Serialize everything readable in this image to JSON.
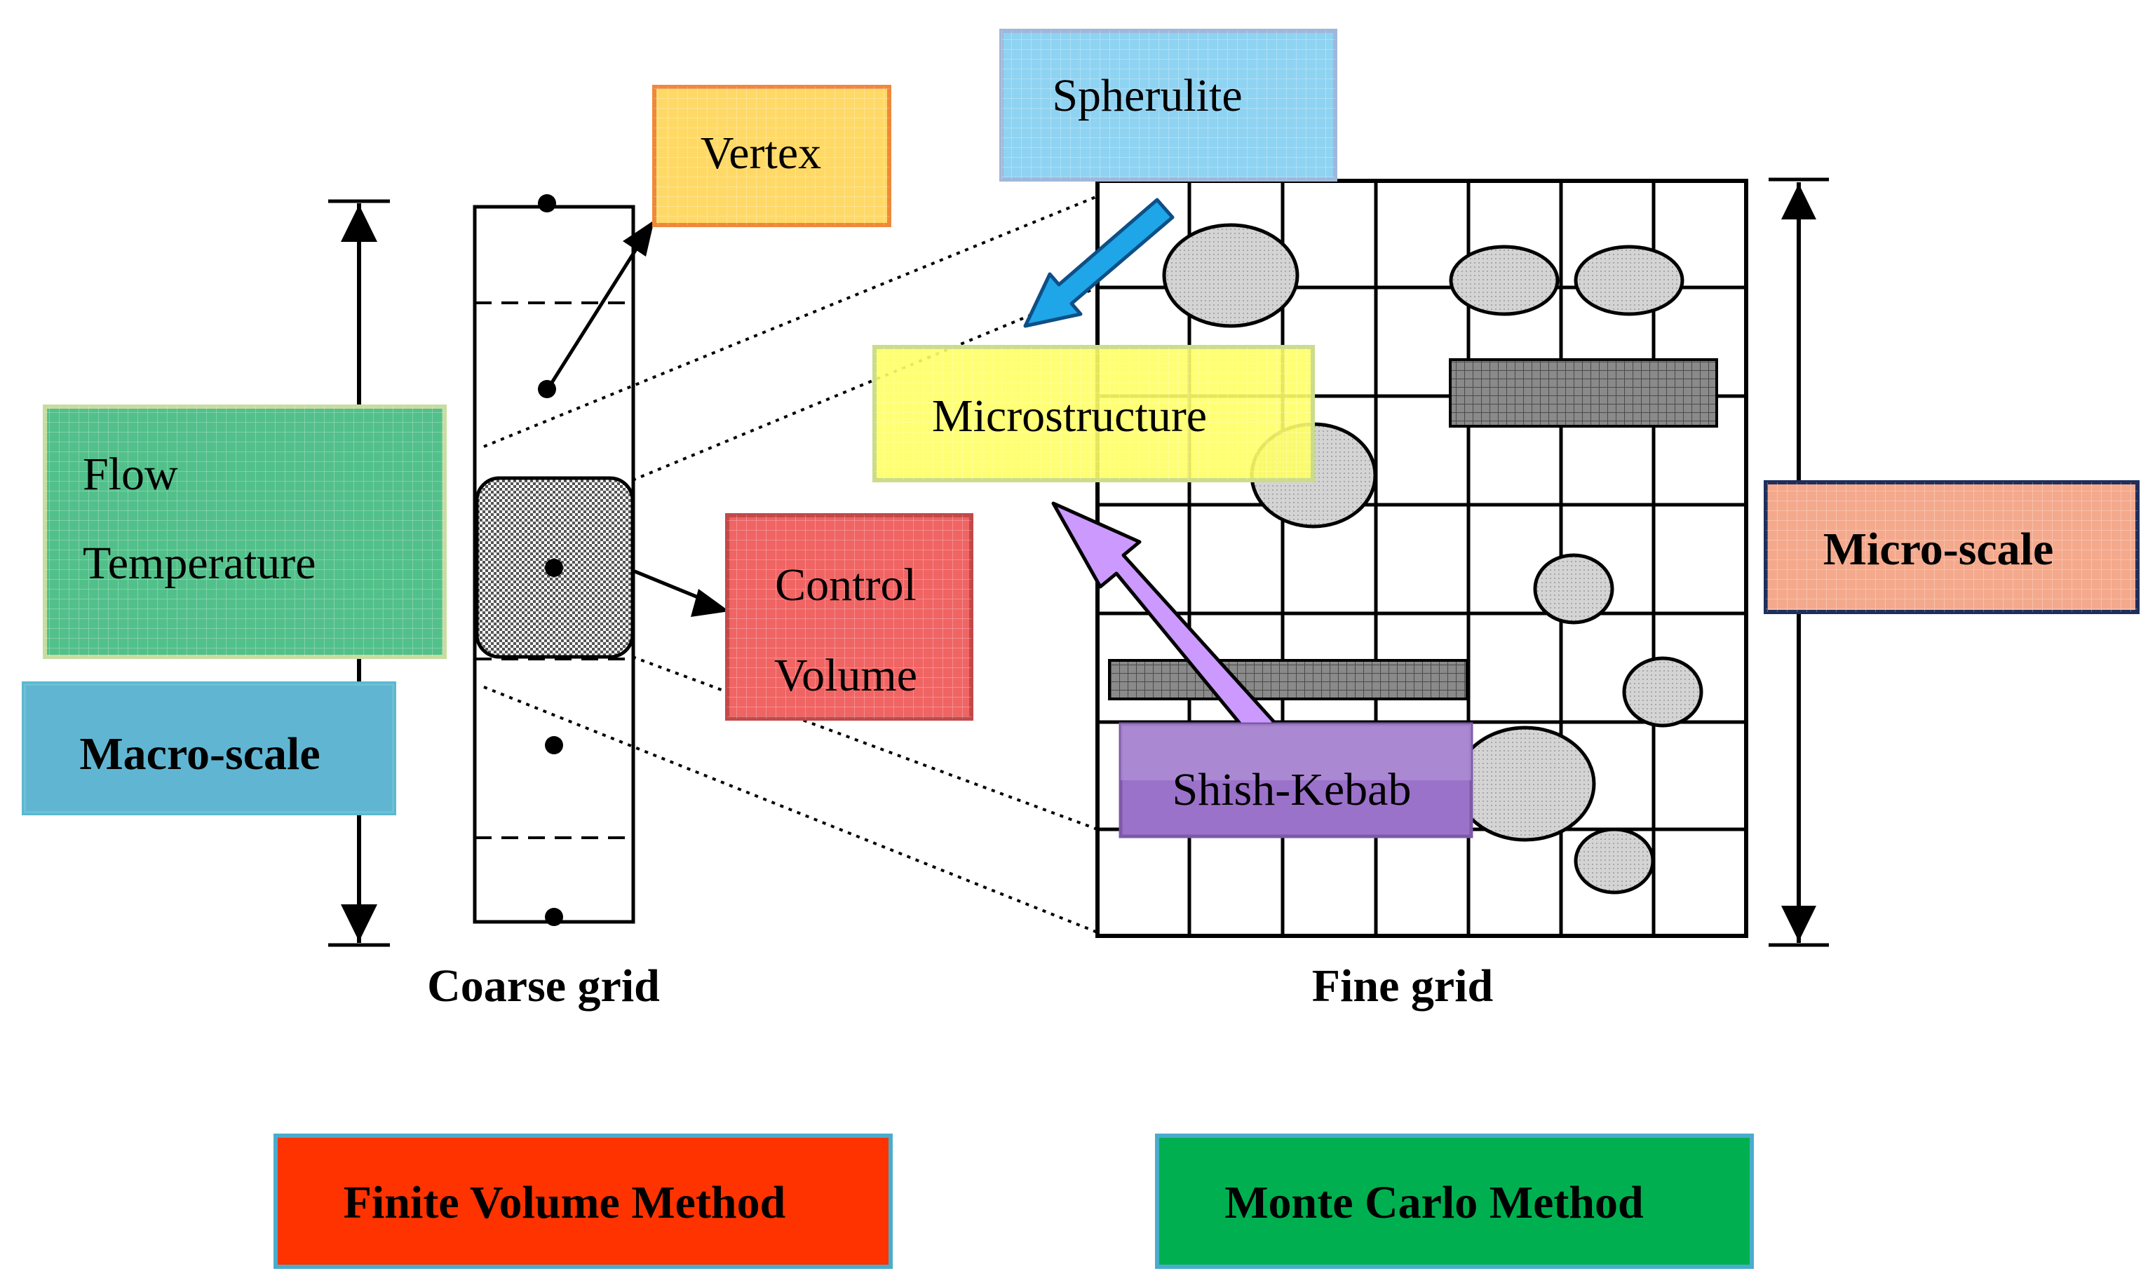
{
  "labels": {
    "spherulite": "Spherulite",
    "vertex": "Vertex",
    "flow": "Flow",
    "temperature": "Temperature",
    "macro_scale": "Macro-scale",
    "control": "Control",
    "volume": "Volume",
    "microstructure": "Microstructure",
    "shish_kebab": "Shish-Kebab",
    "micro_scale": "Micro-scale",
    "coarse_grid": "Coarse grid",
    "fine_grid": "Fine grid",
    "fvm": "Finite Volume Method",
    "mcm": "Monte Carlo Method"
  },
  "colors": {
    "spherulite_box": "#8fd3f2",
    "vertex_box": "#ffd966",
    "flow_temp_box": "#52c08a",
    "macro_box": "#4aaccc",
    "control_volume_box": "#f06464",
    "microstructure_box": "#ffff66",
    "shish_kebab_box": "#9b72c9",
    "micro_box": "#f4a98c",
    "fvm_box": "#ff3300",
    "mcm_box": "#00b050",
    "blue_arrow": "#1ea6e8",
    "purple_arrow": "#cc99ff"
  }
}
